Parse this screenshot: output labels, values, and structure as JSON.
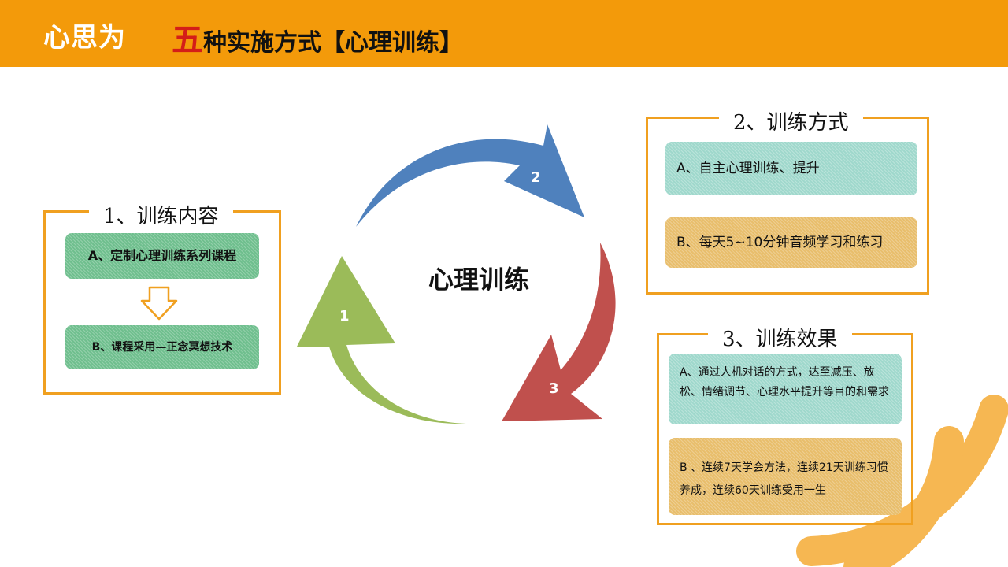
{
  "header": {
    "logo_text": "心思为",
    "title_prefix": "五",
    "title_rest": "种实施方式【心理训练】",
    "bg_color": "#f39a0a"
  },
  "cycle": {
    "center_label": "心理训练",
    "steps": [
      "1",
      "2",
      "3"
    ],
    "colors": {
      "step1": "#9bbb59",
      "step2": "#4f81bd",
      "step3": "#c0504d"
    }
  },
  "panel1": {
    "label": "1、训练内容",
    "item_a": "A、定制心理训练系列课程",
    "item_b": "B、课程采用—正念冥想技术",
    "arrow_icon": "down-arrow-icon"
  },
  "panel2": {
    "label": "2、训练方式",
    "item_a": "A、自主心理训练、提升",
    "item_b": "B、每天5~10分钟音频学习和练习"
  },
  "panel3": {
    "label": "3、训练效果",
    "item_a": "A、通过人机对话的方式，达至减压、放松、情绪调节、心理水平提升等目的和需求",
    "item_b": "B 、连续7天学会方法，连续21天训练习惯养成，连续60天训练受用一生"
  },
  "colors": {
    "accent": "#f39a0a",
    "panel_border": "#f0a020",
    "teal": "#9fd8cc",
    "tan": "#e8be6c",
    "green": "#6fbf8e"
  }
}
